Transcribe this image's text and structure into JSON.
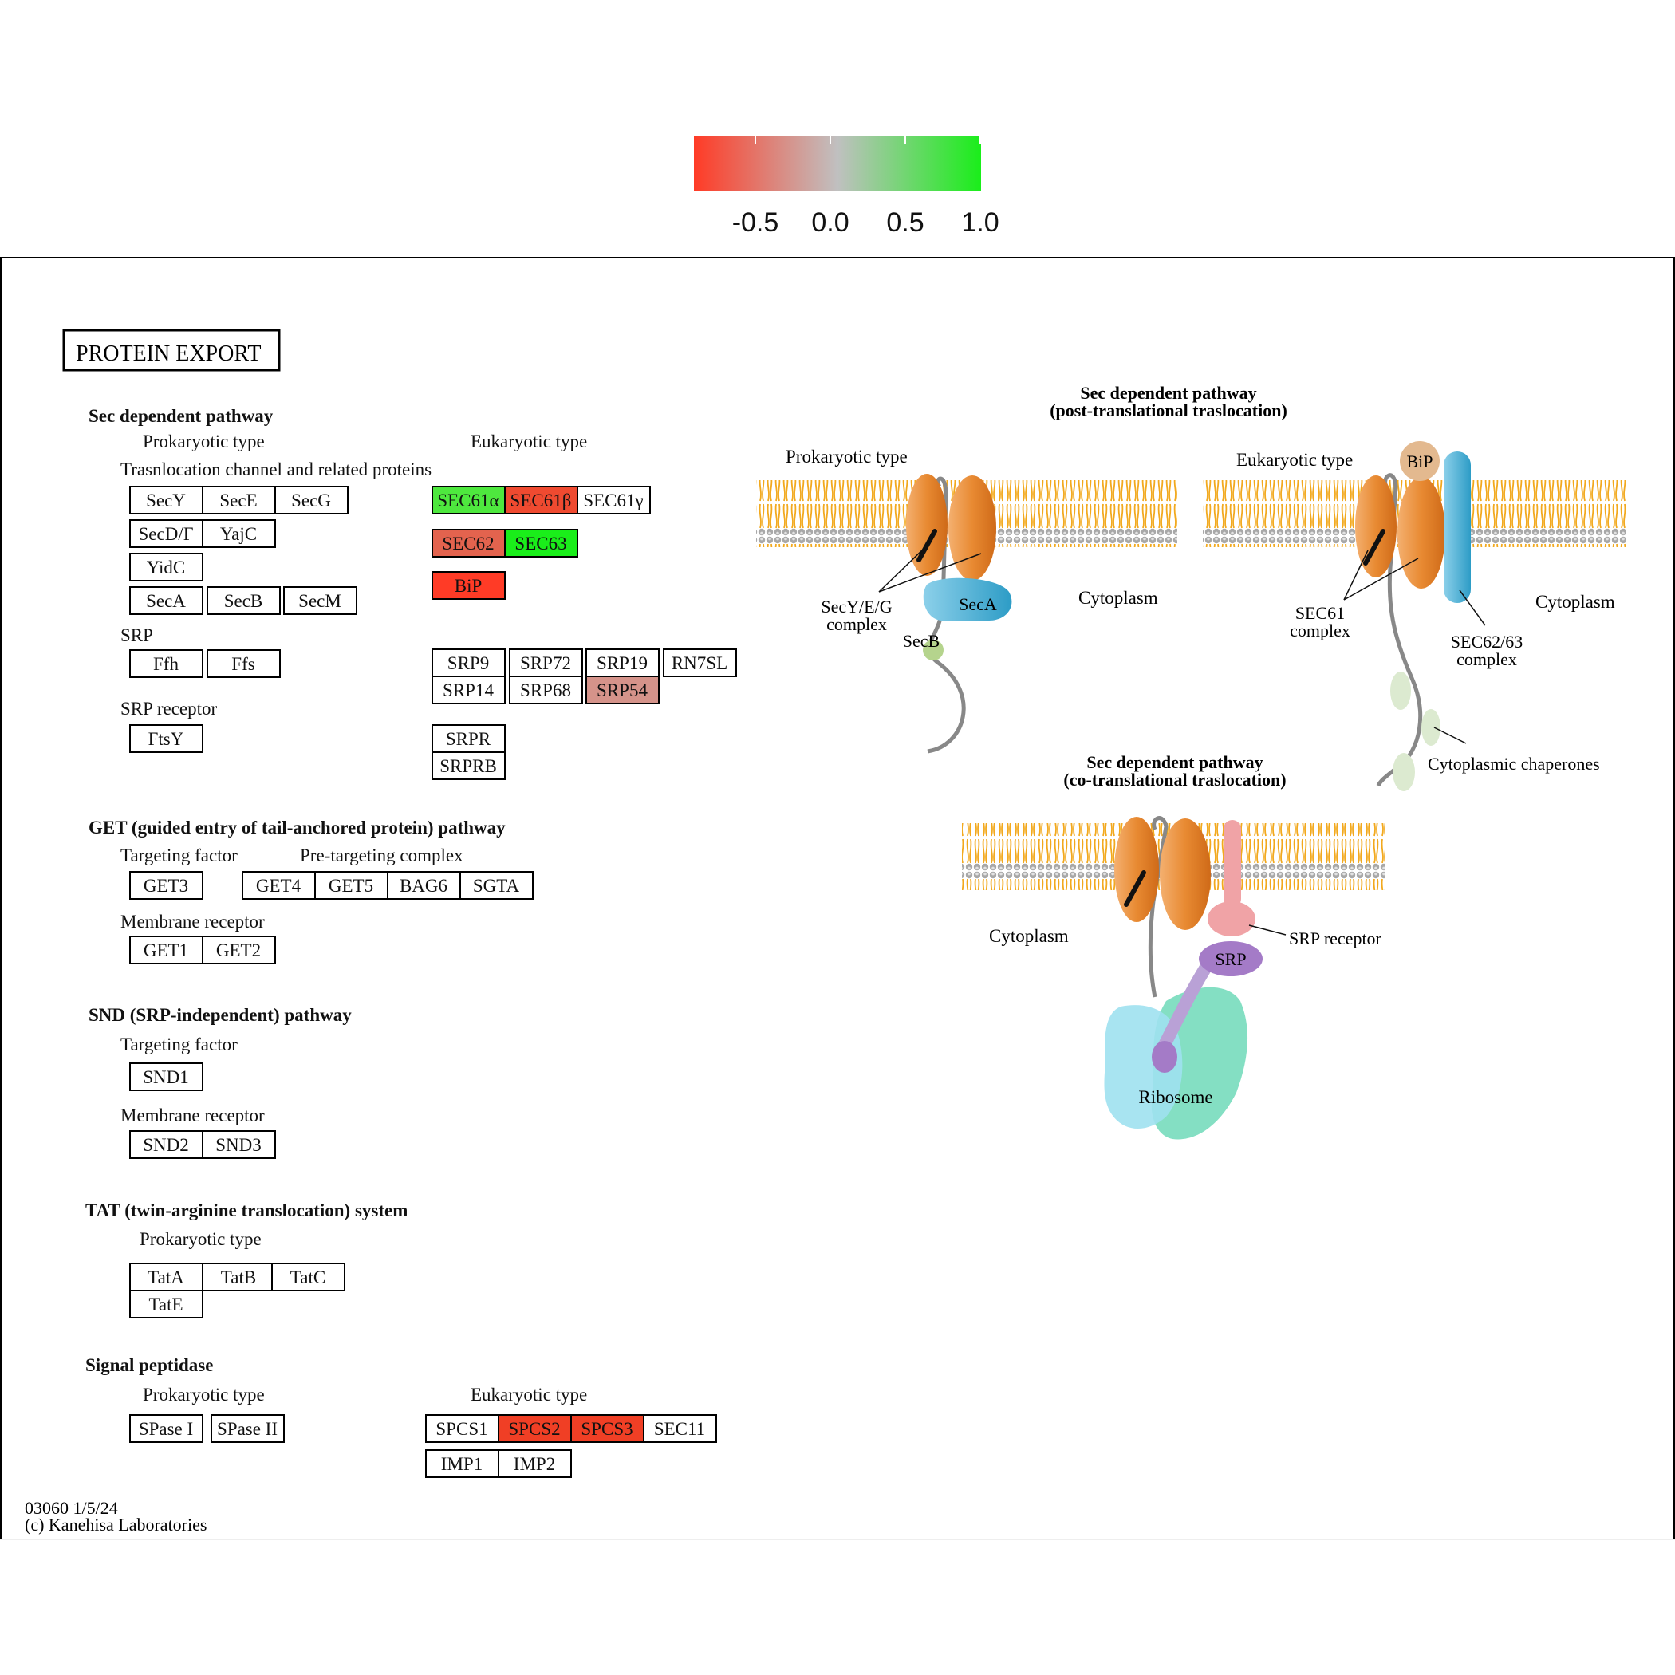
{
  "colorbar": {
    "ticks": [
      "-0.5",
      "0.0",
      "0.5",
      "1.0"
    ],
    "colors": {
      "low": "#ff3b26",
      "mid": "#c0c0c0",
      "high": "#1aee1a"
    }
  },
  "title": "PROTEIN EXPORT",
  "sections": {
    "sec": {
      "heading": "Sec dependent pathway",
      "prok": "Prokaryotic type",
      "euk": "Eukaryotic type",
      "channel": "Trasnlocation channel and related proteins",
      "srp": "SRP",
      "srp_receptor": "SRP receptor"
    },
    "get": {
      "heading": "GET (guided entry of tail-anchored protein) pathway",
      "targeting": "Targeting factor",
      "pretargeting": "Pre-targeting complex",
      "membrane": "Membrane receptor"
    },
    "snd": {
      "heading": "SND (SRP-independent) pathway",
      "targeting": "Targeting factor",
      "membrane": "Membrane receptor"
    },
    "tat": {
      "heading": "TAT (twin-arginine translocation) system",
      "prok": "Prokaryotic type"
    },
    "sp": {
      "heading": "Signal peptidase",
      "prok": "Prokaryotic type",
      "euk": "Eukaryotic type"
    }
  },
  "genes": {
    "secy": {
      "label": "SecY"
    },
    "sece": {
      "label": "SecE"
    },
    "secg": {
      "label": "SecG"
    },
    "secdf": {
      "label": "SecD/F"
    },
    "yajc": {
      "label": "YajC"
    },
    "yidc": {
      "label": "YidC"
    },
    "seca": {
      "label": "SecA"
    },
    "secb": {
      "label": "SecB"
    },
    "secm": {
      "label": "SecM"
    },
    "ffh": {
      "label": "Ffh"
    },
    "ffs": {
      "label": "Ffs"
    },
    "ftsy": {
      "label": "FtsY"
    },
    "sec61a": {
      "label": "SEC61α",
      "fill": "#4ee83e"
    },
    "sec61b": {
      "label": "SEC61β",
      "fill": "#ef4a30"
    },
    "sec61g": {
      "label": "SEC61γ"
    },
    "sec62": {
      "label": "SEC62",
      "fill": "#e3634e"
    },
    "sec63": {
      "label": "SEC63",
      "fill": "#1aee1a"
    },
    "bip": {
      "label": "BiP",
      "fill": "#ff3b26"
    },
    "srp9": {
      "label": "SRP9"
    },
    "srp72": {
      "label": "SRP72"
    },
    "srp19": {
      "label": "SRP19"
    },
    "rn7sl": {
      "label": "RN7SL"
    },
    "srp14": {
      "label": "SRP14"
    },
    "srp68": {
      "label": "SRP68"
    },
    "srp54": {
      "label": "SRP54",
      "fill": "#d5938a"
    },
    "srpr": {
      "label": "SRPR"
    },
    "srprb": {
      "label": "SRPRB"
    },
    "get3": {
      "label": "GET3"
    },
    "get4": {
      "label": "GET4"
    },
    "get5": {
      "label": "GET5"
    },
    "bag6": {
      "label": "BAG6"
    },
    "sgta": {
      "label": "SGTA"
    },
    "get1": {
      "label": "GET1"
    },
    "get2": {
      "label": "GET2"
    },
    "snd1": {
      "label": "SND1"
    },
    "snd2": {
      "label": "SND2"
    },
    "snd3": {
      "label": "SND3"
    },
    "tata": {
      "label": "TatA"
    },
    "tatb": {
      "label": "TatB"
    },
    "tatc": {
      "label": "TatC"
    },
    "tate": {
      "label": "TatE"
    },
    "spase1": {
      "label": "SPase I"
    },
    "spase2": {
      "label": "SPase II"
    },
    "spcs1": {
      "label": "SPCS1"
    },
    "spcs2": {
      "label": "SPCS2",
      "fill": "#f03f25"
    },
    "spcs3": {
      "label": "SPCS3",
      "fill": "#f03f25"
    },
    "sec11": {
      "label": "SEC11"
    },
    "imp1": {
      "label": "IMP1"
    },
    "imp2": {
      "label": "IMP2"
    }
  },
  "diagram": {
    "post": {
      "title1": "Sec dependent pathway",
      "title2": "(post-translational traslocation)",
      "prok": "Prokaryotic type",
      "euk": "Eukaryotic type",
      "secyeg1": "SecY/E/G",
      "secyeg2": "complex",
      "seca": "SecA",
      "secb": "SecB",
      "cyto1": "Cytoplasm",
      "sec61_1": "SEC61",
      "sec61_2": "complex",
      "sec6263_1": "SEC62/63",
      "sec6263_2": "complex",
      "cyto2": "Cytoplasm",
      "bip": "BiP",
      "chaperones": "Cytoplasmic chaperones"
    },
    "co": {
      "title1": "Sec dependent pathway",
      "title2": "(co-translational traslocation)",
      "cyto": "Cytoplasm",
      "srp_receptor": "SRP receptor",
      "srp": "SRP",
      "ribosome": "Ribosome"
    }
  },
  "footer": {
    "line1": "03060 1/5/24",
    "line2": "(c) Kanehisa Laboratories"
  }
}
